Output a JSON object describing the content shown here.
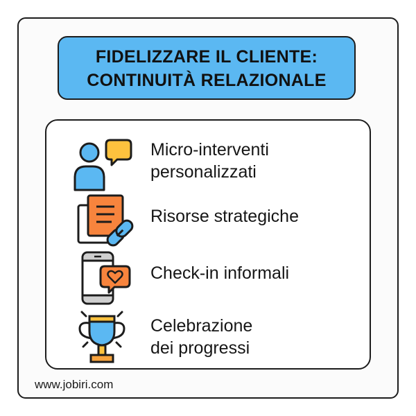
{
  "title": {
    "line1": "FIDELIZZARE IL CLIENTE:",
    "line2": "CONTINUITÀ RELAZIONALE",
    "background": "#5BB8F2"
  },
  "items": [
    {
      "icon": "person-speech-bubble-icon",
      "line1": "Micro-interventi",
      "line2": "personalizzati"
    },
    {
      "icon": "document-link-icon",
      "line1": "Risorse strategiche",
      "line2": ""
    },
    {
      "icon": "phone-heart-message-icon",
      "line1": "Check-in informali",
      "line2": ""
    },
    {
      "icon": "trophy-icon",
      "line1": "Celebrazione",
      "line2": "dei progressi"
    }
  ],
  "colors": {
    "blue": "#5BB8F2",
    "yellow": "#FDC23E",
    "orange": "#F7843D",
    "gray": "#CFCFCF",
    "outline": "#1C1C1C"
  },
  "footer": {
    "url": "www.jobiri.com"
  }
}
